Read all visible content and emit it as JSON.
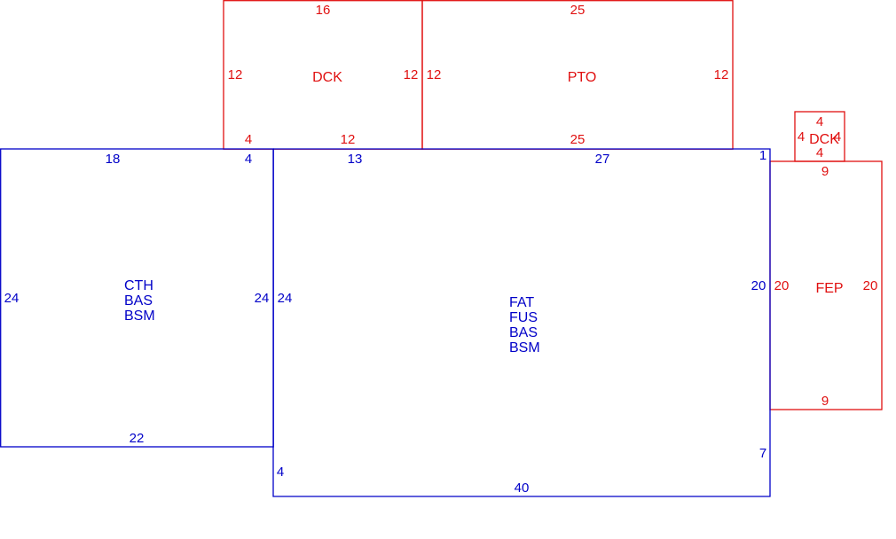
{
  "colors": {
    "main_structure": "#0000c8",
    "additions": "#e01010"
  },
  "areas": {
    "left_block": {
      "codes": [
        "CTH",
        "BAS",
        "BSM"
      ],
      "dims": {
        "top": "18",
        "top_right": "4",
        "left": "24",
        "right": "24",
        "bottom": "22"
      }
    },
    "main_block": {
      "codes": [
        "FAT",
        "FUS",
        "BAS",
        "BSM"
      ],
      "dims": {
        "top_left": "13",
        "top_right": "27",
        "corner": "1",
        "left": "24",
        "right": "20",
        "right_lower": "7",
        "bottom_left": "4",
        "bottom": "40"
      }
    },
    "deck_top": {
      "code": "DCK",
      "dims": {
        "top": "16",
        "left": "12",
        "right": "12",
        "bottom_left": "4",
        "bottom": "12"
      }
    },
    "porch": {
      "code": "PTO",
      "dims": {
        "top": "25",
        "left": "12",
        "right": "12",
        "bottom": "25"
      }
    },
    "deck_small": {
      "code": "DCK",
      "dims": {
        "top": "4",
        "left": "4",
        "right": "4",
        "bottom": "4"
      }
    },
    "fep": {
      "code": "FEP",
      "dims": {
        "top": "9",
        "left": "20",
        "right": "20",
        "bottom": "9"
      }
    }
  }
}
